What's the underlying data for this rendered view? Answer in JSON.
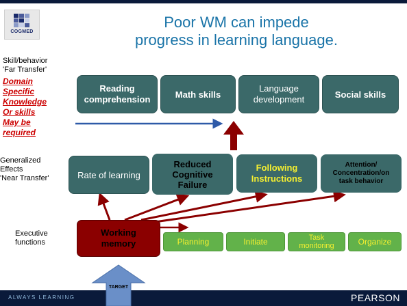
{
  "logo": {
    "text": "COGMED",
    "icon": "cogmed-logo-icon"
  },
  "title": {
    "line1": "Poor WM can impede",
    "line2": "progress in learning language."
  },
  "labels": {
    "far": {
      "line1": "Skill/behavior",
      "line2": "'Far Transfer'"
    },
    "far_red": [
      "Domain",
      "Specific",
      "Knowledge",
      "Or skills",
      "May be",
      "required"
    ],
    "near": {
      "line1": "Generalized",
      "line2": "Effects",
      "line3": "'Near Transfer'"
    },
    "exec": {
      "line1": "Executive",
      "line2": "functions"
    }
  },
  "far_transfer": {
    "reading": {
      "line1": "Reading",
      "line2": "comprehension"
    },
    "math": "Math skills",
    "language": {
      "line1": "Language",
      "line2": "development"
    },
    "social": "Social skills"
  },
  "near_transfer": {
    "rate": "Rate of learning",
    "reduced": {
      "line1": "Reduced",
      "line2": "Cognitive",
      "line3": "Failure"
    },
    "following": {
      "line1": "Following",
      "line2": "Instructions"
    },
    "attention": {
      "line1": "Attention/",
      "line2": "Concentration/on",
      "line3": "task behavior"
    }
  },
  "executive": {
    "wm": {
      "line1": "Working",
      "line2": "memory"
    },
    "planning": "Planning",
    "initiate": "Initiate",
    "task": {
      "line1": "Task",
      "line2": "monitoring"
    },
    "organize": "Organize"
  },
  "target": "TARGET",
  "footer": {
    "left": "ALWAYS LEARNING",
    "right": "PEARSON"
  },
  "colors": {
    "title": "#1a74a8",
    "teal_box": "#3b6969",
    "green_box": "#62b24a",
    "yellow_text": "#f6f030",
    "working_memory": "#8b0000",
    "arrow_red": "#8b0000",
    "arrow_blue": "#2e5aa8",
    "target_arrow": "#6a8fc8",
    "band": "#0a1a3a",
    "red_label": "#cc0000"
  }
}
